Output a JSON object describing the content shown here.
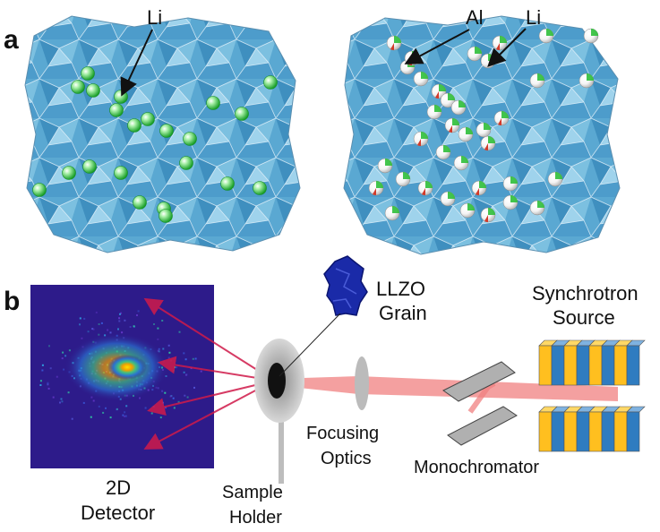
{
  "panel_a": {
    "label": "a",
    "left_structure": {
      "li_label": "Li"
    },
    "right_structure": {
      "al_label": "Al",
      "li_label": "Li"
    }
  },
  "panel_b": {
    "label": "b",
    "detector_label_line1": "2D",
    "detector_label_line2": "Detector",
    "grain_label_line1": "LLZO",
    "grain_label_line2": "Grain",
    "sample_holder_line1": "Sample",
    "sample_holder_line2": "Holder",
    "focusing_optics_line1": "Focusing",
    "focusing_optics_line2": "Optics",
    "monochromator_label": "Monochromator",
    "source_label_line1": "Synchrotron",
    "source_label_line2": "Source"
  },
  "colors": {
    "polyhedra": "#4a9cc8",
    "li_atom": "#2fbf3a",
    "al_atom": "#d23a2a",
    "detector_bg": "#2d1b8a",
    "beam": "#f08080",
    "magnet_yellow": "#ffbf1f",
    "magnet_blue": "#2f7cc0",
    "grain": "#1a2aa8"
  }
}
